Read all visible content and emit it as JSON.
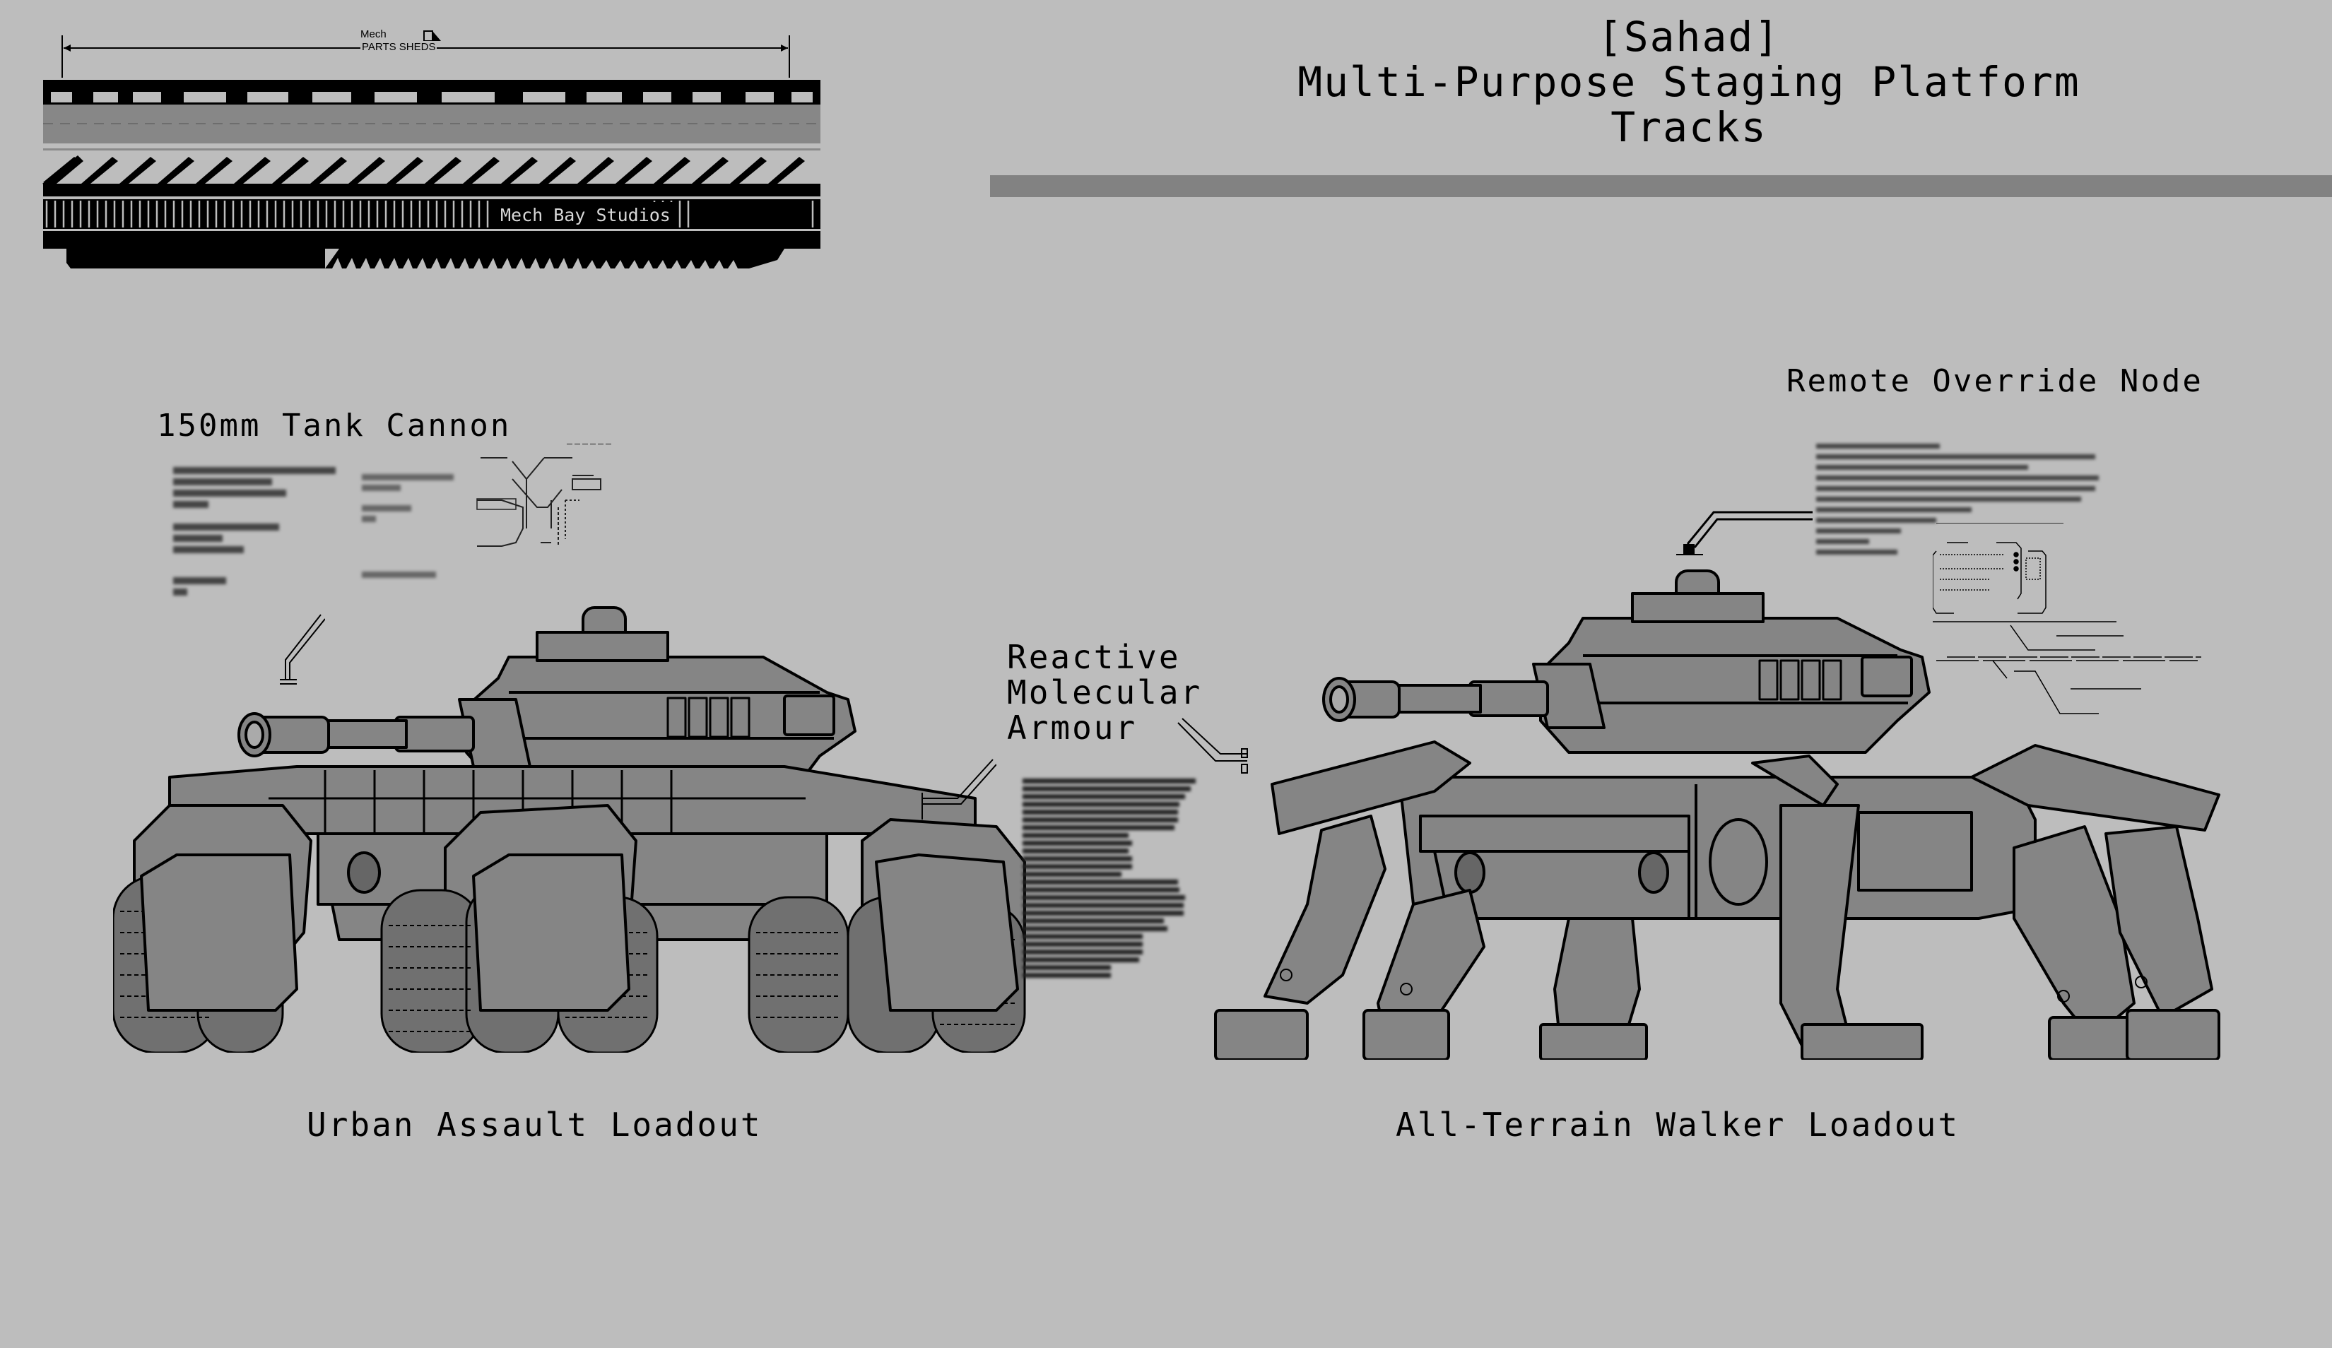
{
  "logo": {
    "dimension_label_top": "Mech",
    "dimension_label_bottom": "PARTS SHEDS",
    "studio_name": "Mech Bay Studios"
  },
  "header": {
    "name": "[Sahad]",
    "subtitle": "Multi-Purpose Staging Platform",
    "variant": "Tracks"
  },
  "callouts": {
    "cannon": "150mm Tank Cannon",
    "armour_line1": "Reactive",
    "armour_line2": "Molecular",
    "armour_line3": "Armour",
    "remote": "Remote Override Node"
  },
  "loadouts": {
    "left": "Urban Assault Loadout",
    "right": "All-Terrain Walker Loadout"
  },
  "colors": {
    "background": "#bdbdbd",
    "bar": "#828282",
    "vehicle_fill": "#858585",
    "ink": "#000000"
  }
}
